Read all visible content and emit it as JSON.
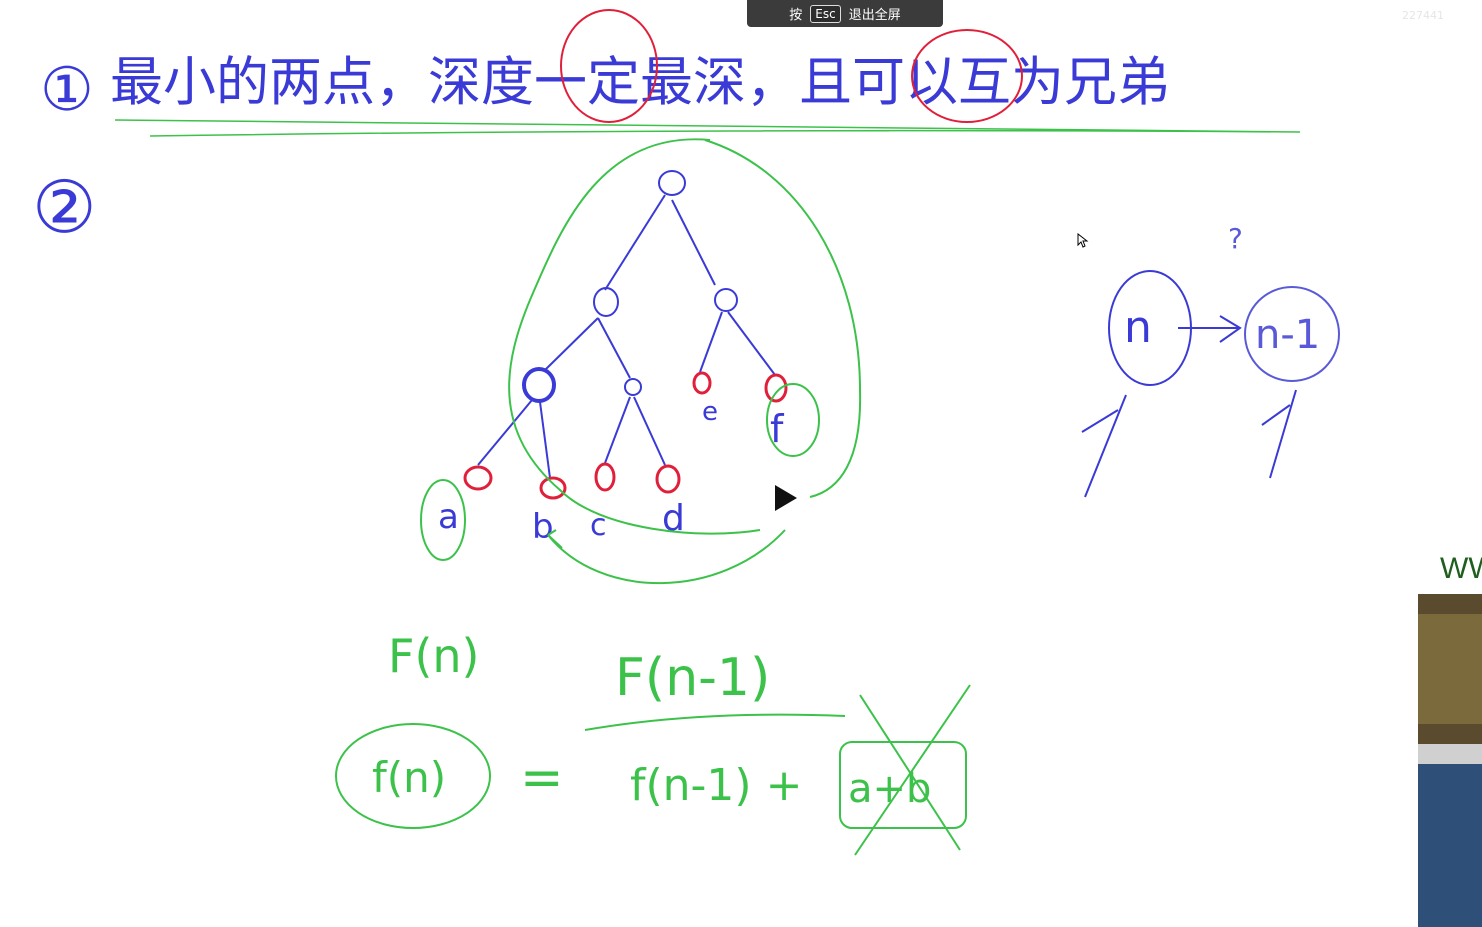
{
  "fullscreen_hint": {
    "press_label": "按",
    "key_label": "Esc",
    "action_label": "退出全屏"
  },
  "viewer_id": "227441",
  "whiteboard": {
    "heading_1_marker": "①",
    "heading_1_text": "最小的两点，深度一定最深，且可以互为兄弟",
    "heading_2_marker": "②",
    "leaf_labels": [
      "a",
      "b",
      "c",
      "d",
      "e",
      "f"
    ],
    "node_n": "n",
    "node_n_minus_1": "n-1",
    "question_mark": "?",
    "formula_F_n": "F(n)",
    "formula_F_n_minus_1": "F(n-1)",
    "formula_f_n": "f(n)",
    "equals": "=",
    "formula_rhs": "f(n-1) +",
    "formula_crossed": "a+b"
  },
  "webcam_caption": "WW",
  "colors": {
    "blue_ink": "#3a3ad6",
    "red_ink": "#e0203a",
    "green_ink": "#3cc24a",
    "hint_bar": "#3b3b3b"
  }
}
